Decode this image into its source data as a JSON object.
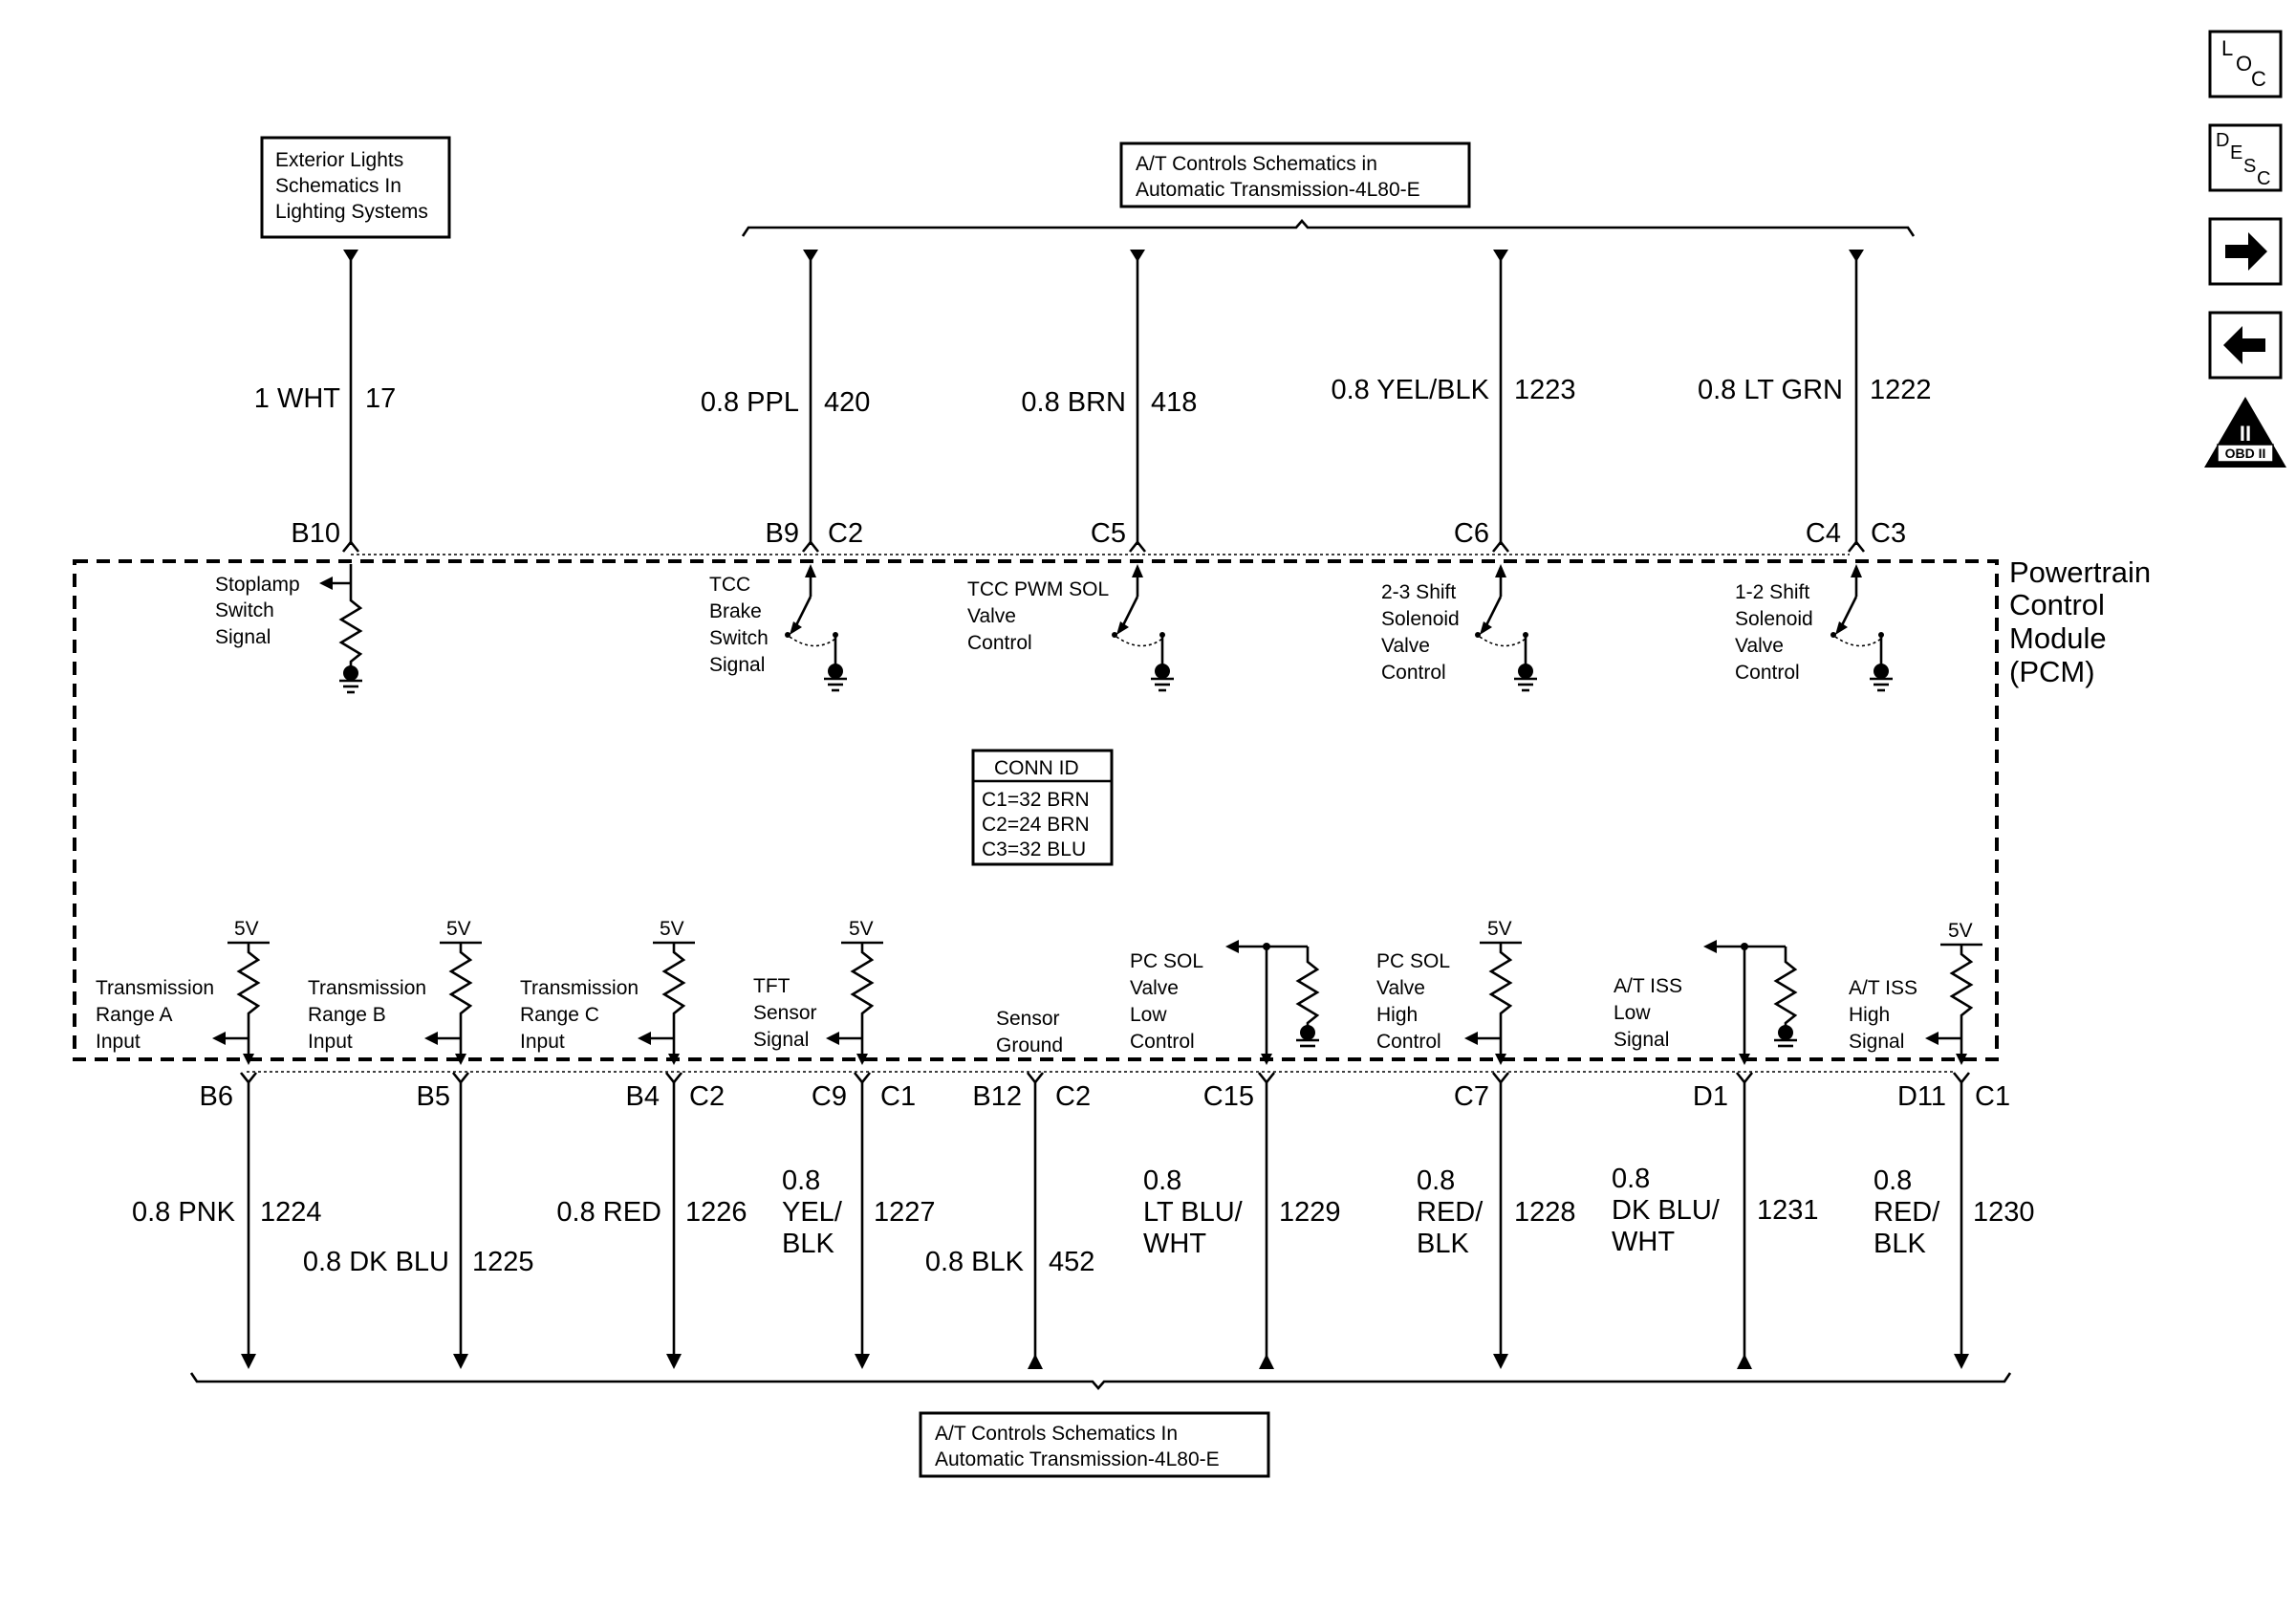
{
  "references": {
    "exterior_lights": [
      "Exterior Lights",
      "Schematics In",
      "Lighting Systems"
    ],
    "at_controls_top": [
      "A/T Controls Schematics in",
      "Automatic Transmission-4L80-E"
    ],
    "at_controls_bottom": [
      "A/T Controls Schematics In",
      "Automatic Transmission-4L80-E"
    ]
  },
  "module": {
    "name": [
      "Powertrain",
      "Control",
      "Module",
      "(PCM)"
    ],
    "conn_id": {
      "title": "CONN ID",
      "lines": [
        "C1=32 BRN",
        "C2=24 BRN",
        "C3=32 BLU"
      ]
    }
  },
  "top_circuits": [
    {
      "size_color": "1 WHT",
      "circuit": "17",
      "pin": "B10",
      "conn": "",
      "label": [
        "Stoplamp",
        "Switch",
        "Signal"
      ]
    },
    {
      "size_color": "0.8 PPL",
      "circuit": "420",
      "pin": "B9",
      "conn": "C2",
      "label": [
        "TCC",
        "Brake",
        "Switch",
        "Signal"
      ]
    },
    {
      "size_color": "0.8 BRN",
      "circuit": "418",
      "pin": "C5",
      "conn": "",
      "label": [
        "TCC PWM SOL",
        "Valve",
        "Control"
      ]
    },
    {
      "size_color": "0.8 YEL/BLK",
      "circuit": "1223",
      "pin": "C6",
      "conn": "",
      "label": [
        "2-3 Shift",
        "Solenoid",
        "Valve",
        "Control"
      ]
    },
    {
      "size_color": "0.8 LT GRN",
      "circuit": "1222",
      "pin": "C4",
      "conn": "C3",
      "label": [
        "1-2 Shift",
        "Solenoid",
        "Valve",
        "Control"
      ]
    }
  ],
  "bottom_circuits": [
    {
      "size_color": [
        "0.8 PNK"
      ],
      "circuit": "1224",
      "pin": "B6",
      "conn": "",
      "supply": "5V",
      "label": [
        "Transmission",
        "Range A",
        "Input"
      ]
    },
    {
      "size_color": [
        "0.8 DK BLU"
      ],
      "circuit": "1225",
      "pin": "B5",
      "conn": "",
      "supply": "5V",
      "label": [
        "Transmission",
        "Range B",
        "Input"
      ]
    },
    {
      "size_color": [
        "0.8 RED"
      ],
      "circuit": "1226",
      "pin": "B4",
      "conn": "C2",
      "supply": "5V",
      "label": [
        "Transmission",
        "Range C",
        "Input"
      ]
    },
    {
      "size_color": [
        "0.8",
        "YEL/",
        "BLK"
      ],
      "circuit": "1227",
      "pin": "C9",
      "conn": "C1",
      "supply": "5V",
      "label": [
        "TFT",
        "Sensor",
        "Signal"
      ]
    },
    {
      "size_color": [
        "0.8 BLK"
      ],
      "circuit": "452",
      "pin": "B12",
      "conn": "C2",
      "supply": "",
      "label": [
        "Sensor",
        "Ground"
      ]
    },
    {
      "size_color": [
        "0.8",
        "LT BLU/",
        "WHT"
      ],
      "circuit": "1229",
      "pin": "C15",
      "conn": "",
      "supply": "",
      "label": [
        "PC SOL",
        "Valve",
        "Low",
        "Control"
      ]
    },
    {
      "size_color": [
        "0.8",
        "RED/",
        "BLK"
      ],
      "circuit": "1228",
      "pin": "C7",
      "conn": "",
      "supply": "5V",
      "label": [
        "PC SOL",
        "Valve",
        "High",
        "Control"
      ]
    },
    {
      "size_color": [
        "0.8",
        "DK BLU/",
        "WHT"
      ],
      "circuit": "1231",
      "pin": "D1",
      "conn": "",
      "supply": "",
      "label": [
        "A/T ISS",
        "Low",
        "Signal"
      ]
    },
    {
      "size_color": [
        "0.8",
        "RED/",
        "BLK"
      ],
      "circuit": "1230",
      "pin": "D11",
      "conn": "C1",
      "supply": "5V",
      "label": [
        "A/T ISS",
        "High",
        "Signal"
      ]
    }
  ],
  "nav": {
    "loc": [
      "L",
      "O",
      "C"
    ],
    "desc": [
      "D",
      "E",
      "S",
      "C"
    ],
    "next_icon": "arrow-right-icon",
    "prev_icon": "arrow-left-icon",
    "obd": {
      "roman": "II",
      "text": "OBD II"
    }
  }
}
